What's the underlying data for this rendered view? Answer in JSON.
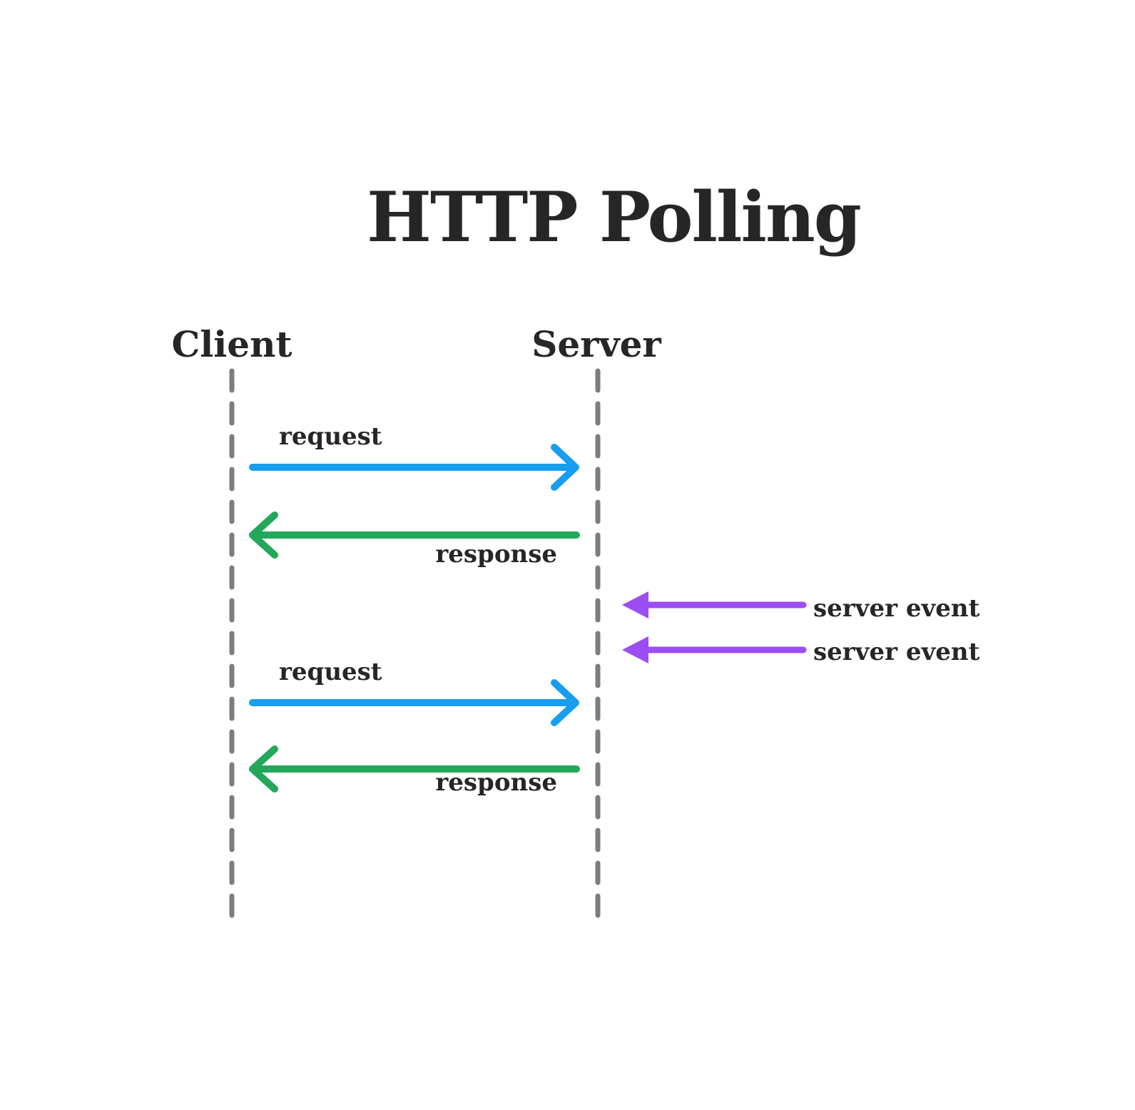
{
  "title": "HTTP Polling",
  "diagram": {
    "type": "sequence-diagram",
    "actors": [
      {
        "name": "Client"
      },
      {
        "name": "Server"
      }
    ],
    "messages": [
      {
        "label": "request",
        "from": "Client",
        "to": "Server",
        "kind": "request"
      },
      {
        "label": "response",
        "from": "Server",
        "to": "Client",
        "kind": "response"
      },
      {
        "label": "server event",
        "to": "Server",
        "kind": "server-event"
      },
      {
        "label": "server event",
        "to": "Server",
        "kind": "server-event"
      },
      {
        "label": "request",
        "from": "Client",
        "to": "Server",
        "kind": "request"
      },
      {
        "label": "response",
        "from": "Server",
        "to": "Client",
        "kind": "response"
      }
    ]
  },
  "colors": {
    "request": "#189EF0",
    "response": "#23A85A",
    "server_event": "#9C4DF4",
    "lifeline": "#7D7D7D",
    "text": "#262626"
  }
}
